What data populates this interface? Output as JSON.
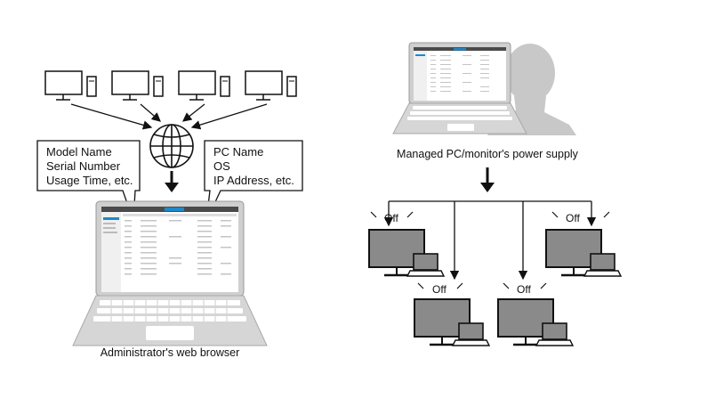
{
  "left_panel": {
    "bubble_left_lines": [
      "Model Name",
      "Serial Number",
      "Usage Time, etc."
    ],
    "bubble_right_lines": [
      "PC Name",
      "OS",
      "IP Address, etc."
    ],
    "caption": "Administrator's web browser"
  },
  "right_panel": {
    "caption": "Managed PC/monitor's power supply",
    "off_labels": [
      "Off",
      "Off",
      "Off",
      "Off"
    ]
  },
  "colors": {
    "screen_gray": "#b4b4b4",
    "body_gray": "#d2d2d2",
    "accent_blue": "#1e88c8",
    "silhouette": "#c8c8c8"
  },
  "icons": [
    "desktop-icon",
    "tower-icon",
    "globe-icon",
    "laptop-icon",
    "person-silhouette-icon",
    "monitor-icon"
  ]
}
